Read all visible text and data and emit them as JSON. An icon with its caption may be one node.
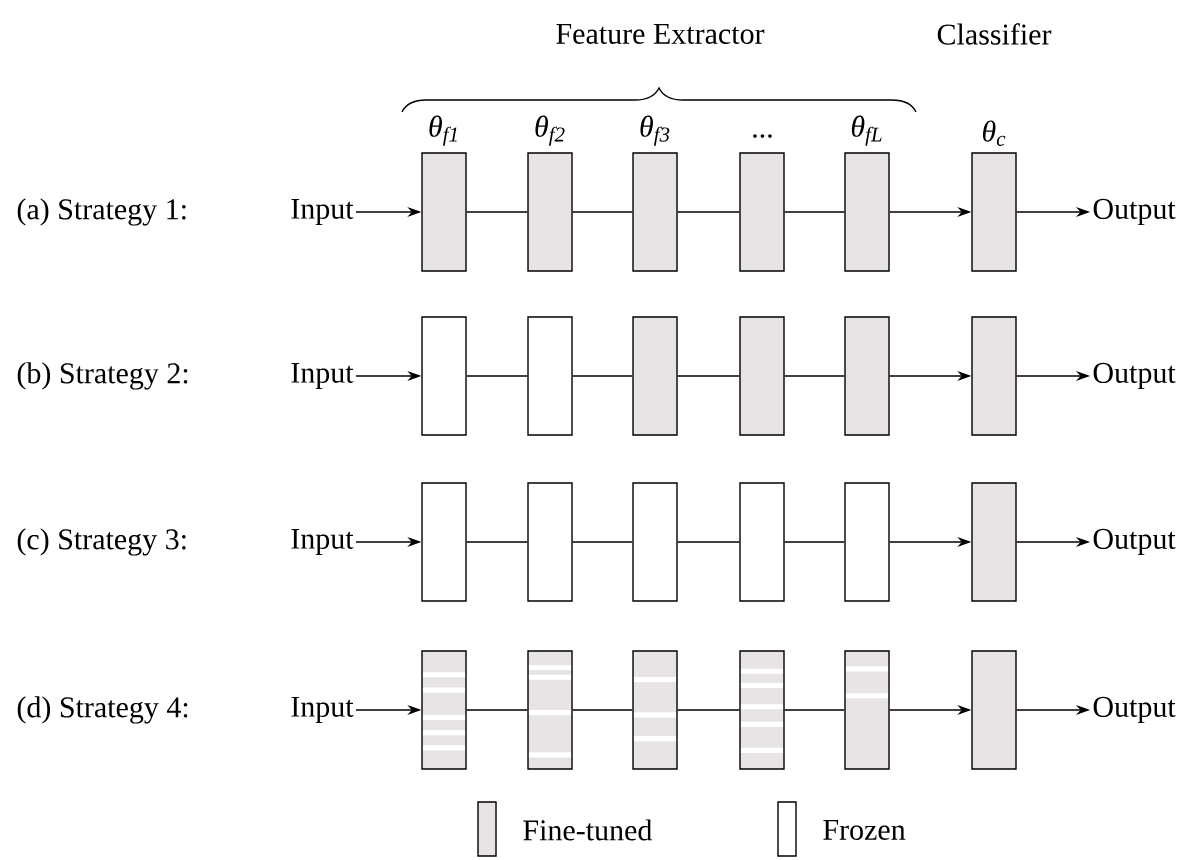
{
  "diagram": {
    "nodes": [
      {
        "text": [
          "Input"
        ]
      },
      {
        "text": [],
        "shape": "bar",
        "beside": [
          "θ$_{f1}$"
        ]
      },
      {
        "text": [],
        "shape": "bar",
        "beside": [
          "θ$_{f2}$"
        ]
      },
      {
        "text": [],
        "shape": "bar",
        "beside": [
          "θ$_{f3}$"
        ]
      },
      {
        "text": [],
        "shape": "bar",
        "beside": [
          "···"
        ]
      },
      {
        "text": [],
        "shape": "bar",
        "beside": [
          "θ$_{fL}$"
        ]
      },
      {
        "text": [],
        "shape": "bar",
        "beside": [
          "θ$_{c}$"
        ]
      },
      {
        "text": [
          "Output"
        ]
      },
      {
        "text": [
          "Input"
        ]
      },
      {
        "text": [],
        "shape": "bar"
      },
      {
        "text": [],
        "shape": "bar"
      },
      {
        "text": [],
        "shape": "bar"
      },
      {
        "text": [],
        "shape": "bar"
      },
      {
        "text": [],
        "shape": "bar"
      },
      {
        "text": [],
        "shape": "bar"
      },
      {
        "text": [
          "Output"
        ]
      },
      {
        "text": [
          "Input"
        ]
      },
      {
        "text": [],
        "shape": "bar"
      },
      {
        "text": [],
        "shape": "bar"
      },
      {
        "text": [],
        "shape": "bar"
      },
      {
        "text": [],
        "shape": "bar"
      },
      {
        "text": [],
        "shape": "bar"
      },
      {
        "text": [],
        "shape": "bar"
      },
      {
        "text": [
          "Output"
        ]
      },
      {
        "text": [
          "Input"
        ]
      },
      {
        "text": [],
        "shape": "bar"
      },
      {
        "text": [],
        "shape": "bar"
      },
      {
        "text": [],
        "shape": "bar"
      },
      {
        "text": [],
        "shape": "bar"
      },
      {
        "text": [],
        "shape": "bar"
      },
      {
        "text": [],
        "shape": "bar"
      },
      {
        "text": [
          "Output"
        ]
      }
    ],
    "edges": [
      {
        "from": 0,
        "to": 1,
        "arrow": "to"
      },
      {
        "from": 1,
        "to": 2,
        "arrow": "none"
      },
      {
        "from": 2,
        "to": 3,
        "arrow": "none"
      },
      {
        "from": 3,
        "to": 4,
        "arrow": "none"
      },
      {
        "from": 4,
        "to": 5,
        "arrow": "none"
      },
      {
        "from": 5,
        "to": 6,
        "arrow": "to"
      },
      {
        "from": 6,
        "to": 7,
        "arrow": "to"
      },
      {
        "from": 8,
        "to": 9,
        "arrow": "to"
      },
      {
        "from": 9,
        "to": 10,
        "arrow": "none"
      },
      {
        "from": 10,
        "to": 11,
        "arrow": "none"
      },
      {
        "from": 11,
        "to": 12,
        "arrow": "none"
      },
      {
        "from": 12,
        "to": 13,
        "arrow": "none"
      },
      {
        "from": 13,
        "to": 14,
        "arrow": "to"
      },
      {
        "from": 14,
        "to": 15,
        "arrow": "to"
      },
      {
        "from": 16,
        "to": 17,
        "arrow": "to"
      },
      {
        "from": 17,
        "to": 18,
        "arrow": "none"
      },
      {
        "from": 18,
        "to": 19,
        "arrow": "none"
      },
      {
        "from": 19,
        "to": 20,
        "arrow": "none"
      },
      {
        "from": 20,
        "to": 21,
        "arrow": "none"
      },
      {
        "from": 21,
        "to": 22,
        "arrow": "to"
      },
      {
        "from": 22,
        "to": 23,
        "arrow": "to"
      },
      {
        "from": 24,
        "to": 25,
        "arrow": "to"
      },
      {
        "from": 25,
        "to": 26,
        "arrow": "none"
      },
      {
        "from": 26,
        "to": 27,
        "arrow": "none"
      },
      {
        "from": 27,
        "to": 28,
        "arrow": "none"
      },
      {
        "from": 28,
        "to": 29,
        "arrow": "none"
      },
      {
        "from": 29,
        "to": 30,
        "arrow": "to"
      },
      {
        "from": 30,
        "to": 31,
        "arrow": "to"
      }
    ],
    "labels": [
      "Feature Extractor",
      "Classifier",
      "(a) Strategy 1:",
      "(b) Strategy 2:",
      "(c) Strategy 3:",
      "(d) Strategy 4:"
    ],
    "legend": [
      {
        "text": "Fine-tuned",
        "color": "#e8e4e6"
      },
      {
        "text": "Frozen"
      }
    ]
  }
}
